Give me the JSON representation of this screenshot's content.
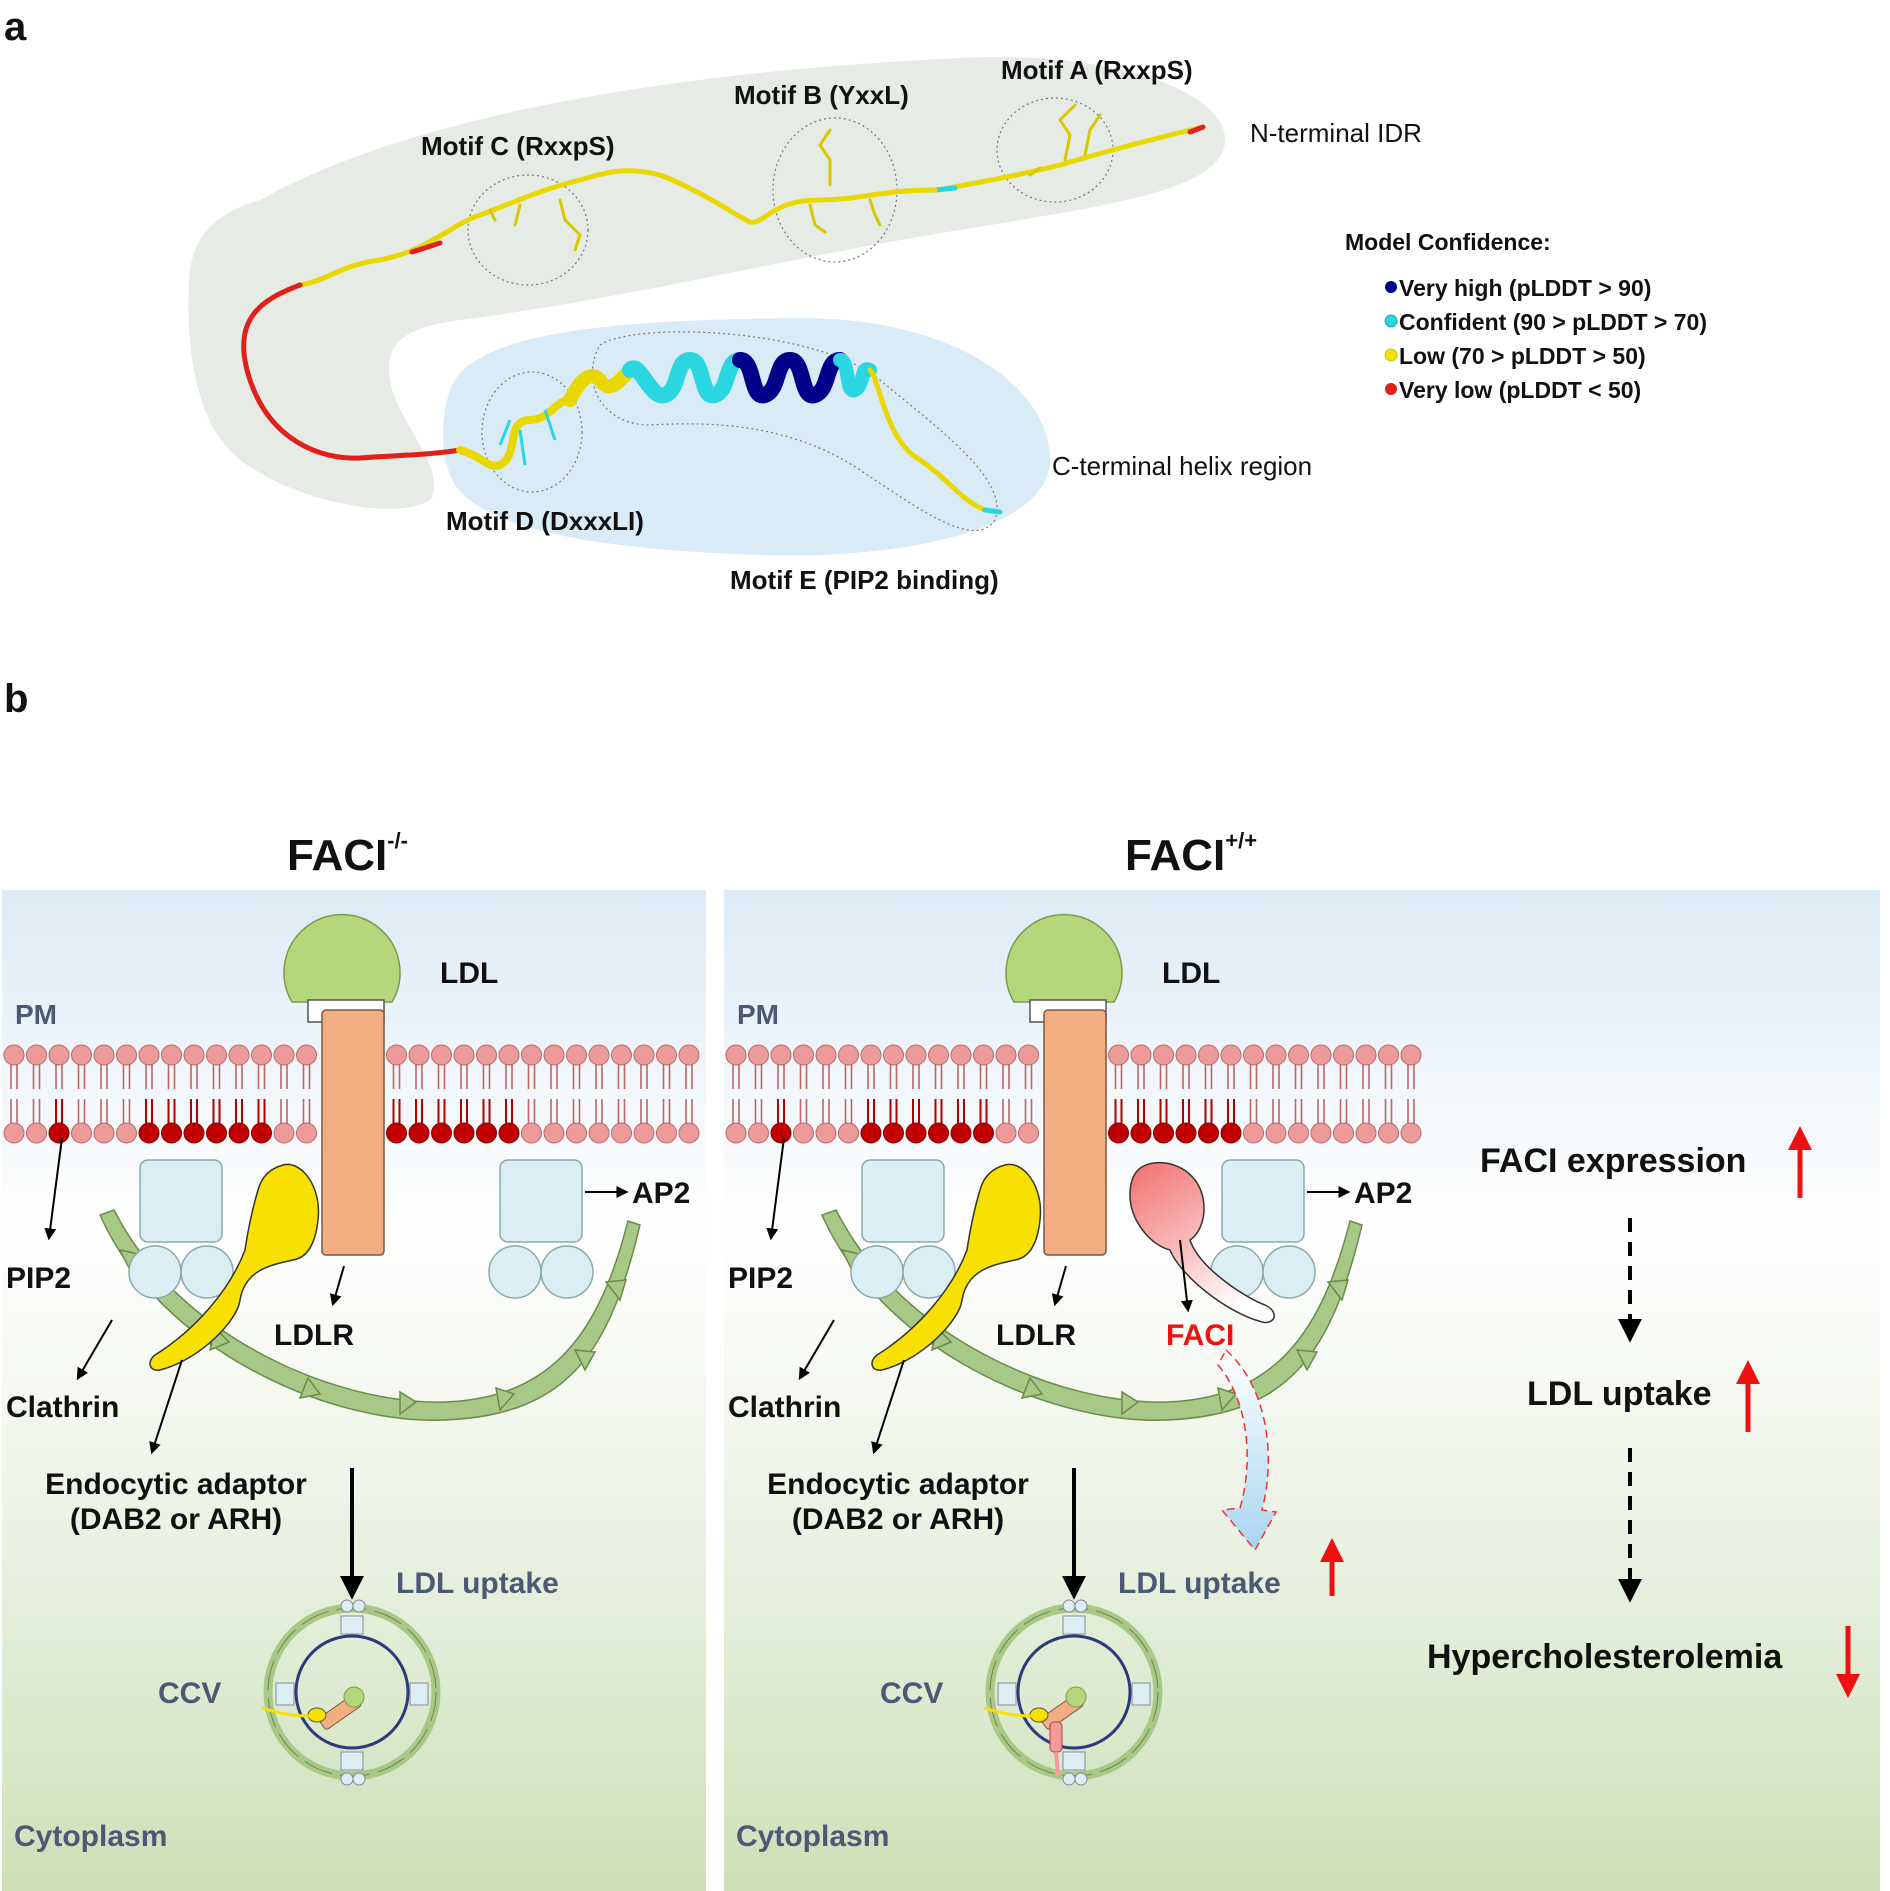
{
  "panel_a": {
    "label": "a",
    "motif_a": "Motif A (RxxpS)",
    "motif_b": "Motif B (YxxL)",
    "motif_c": "Motif C (RxxpS)",
    "motif_d": "Motif D (DxxxLI)",
    "motif_e": "Motif E (PIP2 binding)",
    "n_terminal": "N-terminal IDR",
    "c_terminal": "C-terminal helix region",
    "legend": {
      "title": "Model Confidence:",
      "items": [
        {
          "label": "Very high (pLDDT > 90)",
          "color": "#00008b"
        },
        {
          "label": "Confident (90 > pLDDT > 70)",
          "color": "#2ad6e0"
        },
        {
          "label": "Low (70 > pLDDT > 50)",
          "color": "#f2e200"
        },
        {
          "label": "Very low (pLDDT < 50)",
          "color": "#e0201a"
        }
      ]
    }
  },
  "panel_b": {
    "label": "b",
    "left": {
      "title": "FACI",
      "title_sup": "-/-",
      "ldl": "LDL",
      "pm": "PM",
      "pip2": "PIP2",
      "ap2": "AP2",
      "ldlr": "LDLR",
      "clathrin": "Clathrin",
      "adaptor_1": "Endocytic adaptor",
      "adaptor_2": "(DAB2 or ARH)",
      "uptake": "LDL uptake",
      "ccv": "CCV",
      "cytoplasm": "Cytoplasm"
    },
    "right": {
      "title": "FACI",
      "title_sup": "+/+",
      "ldl": "LDL",
      "pm": "PM",
      "pip2": "PIP2",
      "ap2": "AP2",
      "ldlr": "LDLR",
      "faci": "FACI",
      "clathrin": "Clathrin",
      "adaptor_1": "Endocytic adaptor",
      "adaptor_2": "(DAB2 or ARH)",
      "uptake": "LDL uptake",
      "ccv": "CCV",
      "cytoplasm": "Cytoplasm"
    },
    "flow": {
      "step1": "FACI expression",
      "step2": "LDL uptake",
      "step3": "Hypercholesterolemia"
    }
  },
  "colors": {
    "ldl": "#b5d77c",
    "ldlr": "#f2ad82",
    "adaptor": "#f8e000",
    "clathrin": "#a8c888",
    "ap2": "#dbeef3",
    "lipid_head": "#ec9a9a",
    "pip2_head": "#c00000",
    "faci": "#f49a9a",
    "up_arrow": "#ee1111"
  }
}
